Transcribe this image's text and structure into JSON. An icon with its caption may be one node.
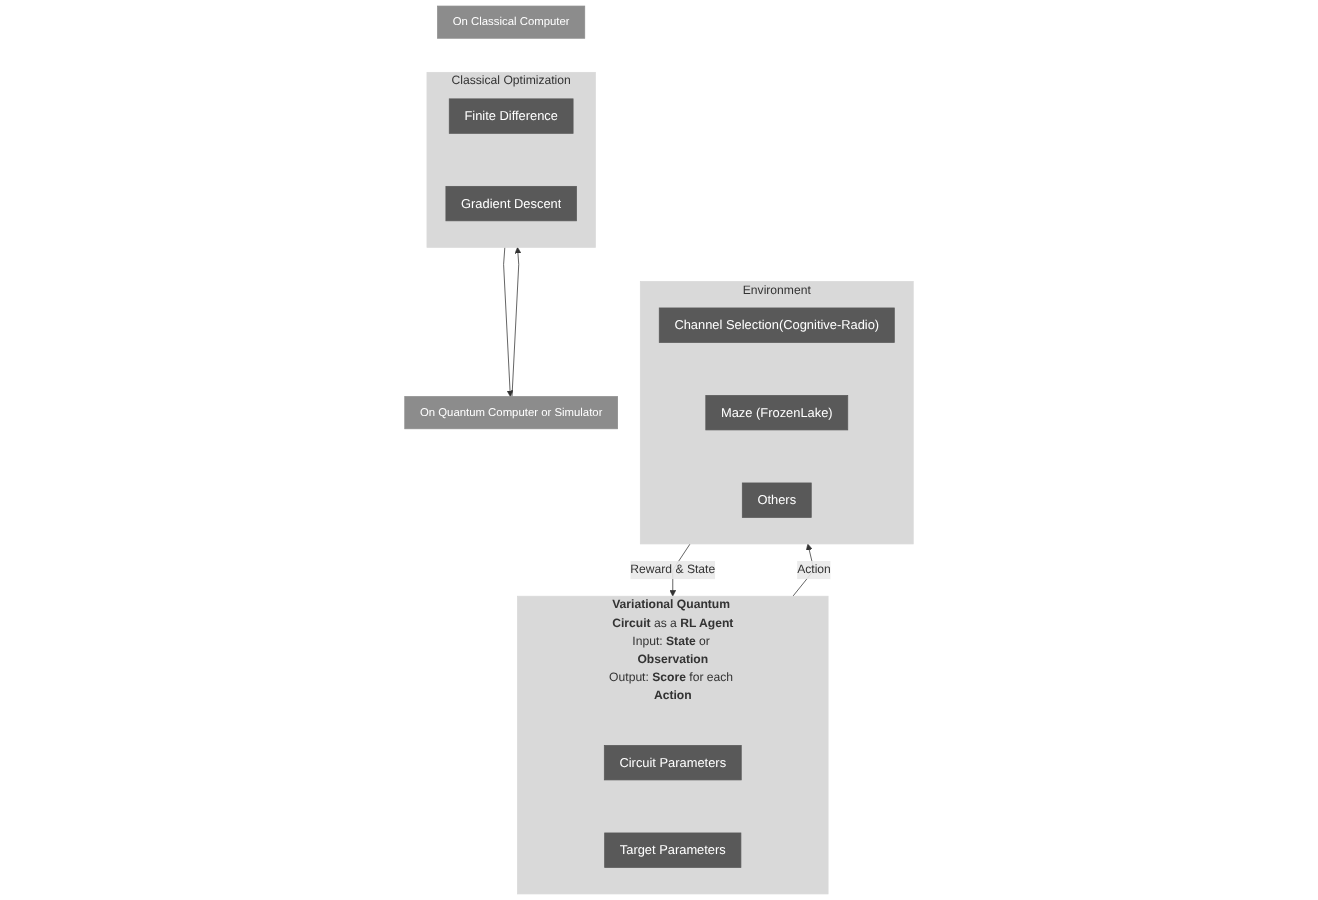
{
  "diagram": {
    "nodes": [
      {
        "text": [
          "On Classical Computer"
        ]
      },
      {
        "text": [
          "Classical Optimization"
        ]
      },
      {
        "text": [
          "Finite Difference"
        ],
        "in": 1
      },
      {
        "text": [
          "Gradient Descent"
        ],
        "in": 1
      },
      {
        "text": [
          "On Quantum Computer or Simulator"
        ]
      },
      {
        "text": [
          "**Variational Quantum Circuit** as a **RL Agent**",
          "Input: **State** or **Observation**",
          "Output: **Score** for each **Action**"
        ]
      },
      {
        "text": [
          "Circuit Parameters"
        ],
        "in": 5
      },
      {
        "text": [
          "Target Parameters"
        ],
        "in": 5
      },
      {
        "text": [
          "Environment"
        ]
      },
      {
        "text": [
          "Channel Selection(Cognitive-Radio)"
        ],
        "in": 8
      },
      {
        "text": [
          "Maze (FrozenLake)"
        ],
        "in": 8
      },
      {
        "text": [
          "Others"
        ],
        "in": 8
      }
    ],
    "edges": [
      {
        "from": 4,
        "to": 1,
        "arrow": "to"
      },
      {
        "from": 1,
        "to": 4,
        "arrow": "to"
      },
      {
        "from": 5,
        "to": 8,
        "arrow": "to",
        "label": "Action"
      },
      {
        "from": 8,
        "to": 5,
        "arrow": "to",
        "label": "Reward & State"
      }
    ]
  }
}
